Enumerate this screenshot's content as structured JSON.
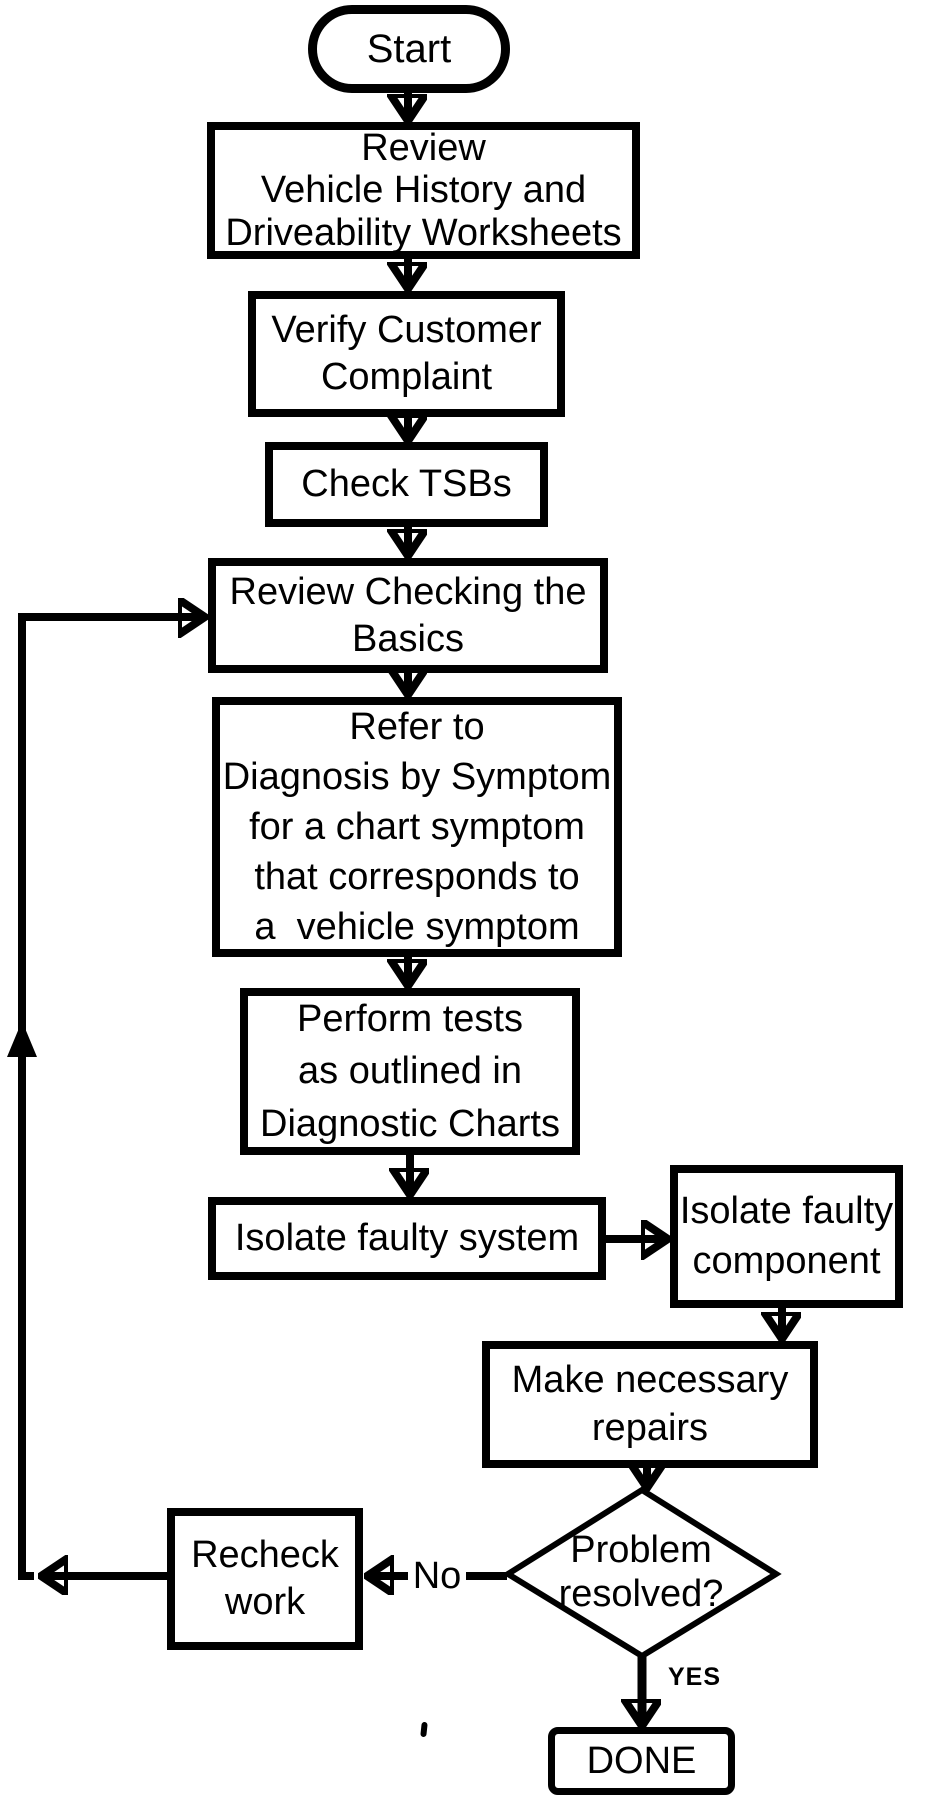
{
  "nodes": {
    "start": {
      "lines": [
        "Start"
      ]
    },
    "review_history": {
      "lines": [
        "Review",
        "Vehicle History and",
        "Driveability Worksheets"
      ]
    },
    "verify_complaint": {
      "lines": [
        "Verify Customer",
        "Complaint"
      ]
    },
    "check_tsbs": {
      "lines": [
        "Check TSBs"
      ]
    },
    "review_basics": {
      "lines": [
        "Review Checking the",
        "Basics"
      ]
    },
    "refer_symptom": {
      "lines": [
        "Refer to",
        "Diagnosis by Symptom",
        "for a chart symptom",
        "that corresponds to",
        "a  vehicle symptom"
      ]
    },
    "perform_tests": {
      "lines": [
        "Perform tests",
        "as outlined in",
        "Diagnostic Charts"
      ]
    },
    "isolate_system": {
      "lines": [
        "Isolate faulty system"
      ]
    },
    "isolate_component": {
      "lines": [
        "Isolate faulty",
        "component"
      ]
    },
    "make_repairs": {
      "lines": [
        "Make necessary",
        "repairs"
      ]
    },
    "problem_resolved": {
      "lines": [
        "Problem",
        "resolved?"
      ]
    },
    "recheck_work": {
      "lines": [
        "Recheck",
        "work"
      ]
    },
    "done": {
      "lines": [
        "DONE"
      ]
    }
  },
  "edge_labels": {
    "no": "No",
    "yes": "YES"
  },
  "colors": {
    "line": "#000000",
    "background": "#ffffff",
    "text": "#000000"
  }
}
